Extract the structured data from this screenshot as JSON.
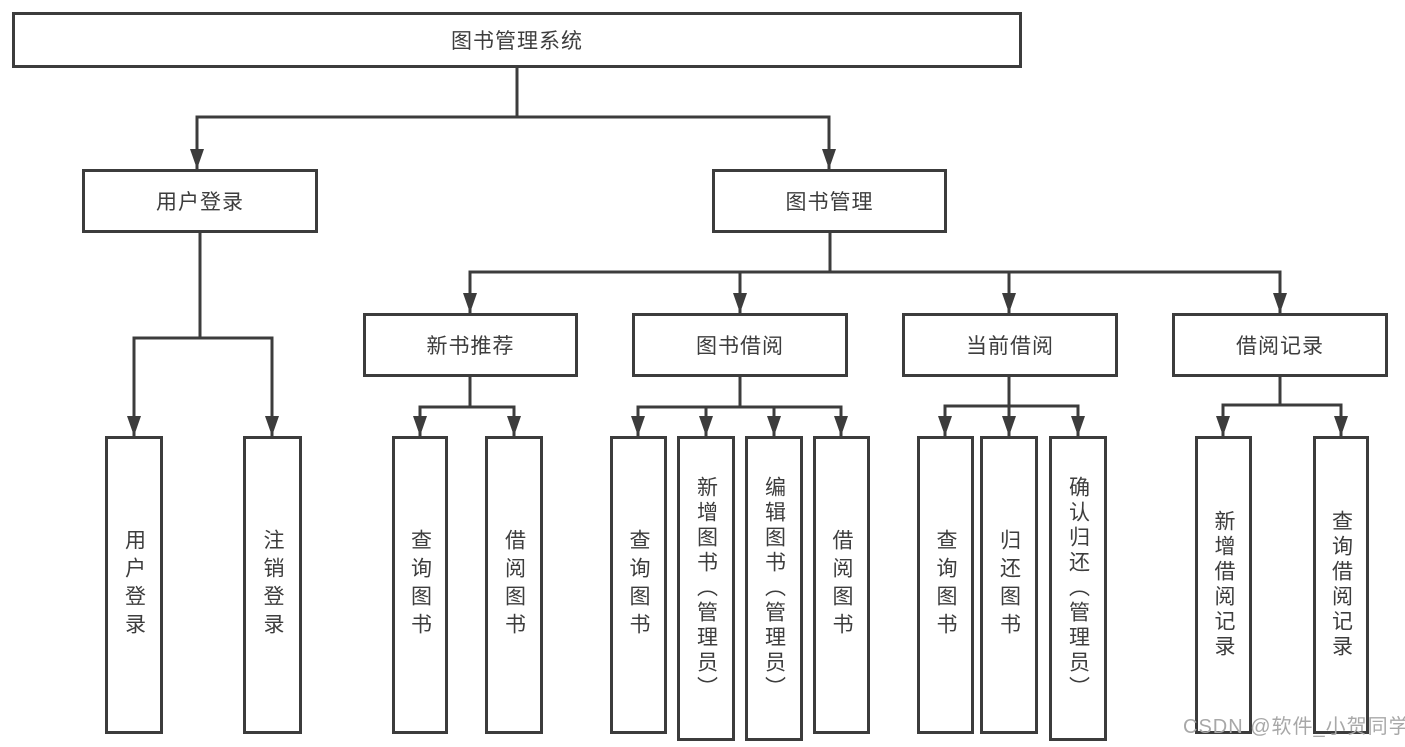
{
  "tree": {
    "root": "图书管理系统",
    "children": [
      {
        "label": "用户登录",
        "children": [
          {
            "label": "用户登录"
          },
          {
            "label": "注销登录"
          }
        ]
      },
      {
        "label": "图书管理",
        "children": [
          {
            "label": "新书推荐",
            "children": [
              {
                "label": "查询图书"
              },
              {
                "label": "借阅图书"
              }
            ]
          },
          {
            "label": "图书借阅",
            "children": [
              {
                "label": "查询图书"
              },
              {
                "label": "新增图书（管理员）"
              },
              {
                "label": "编辑图书（管理员）"
              },
              {
                "label": "借阅图书"
              }
            ]
          },
          {
            "label": "当前借阅",
            "children": [
              {
                "label": "查询图书"
              },
              {
                "label": "归还图书"
              },
              {
                "label": "确认归还（管理员）"
              }
            ]
          },
          {
            "label": "借阅记录",
            "children": [
              {
                "label": "新增借阅记录"
              },
              {
                "label": "查询借阅记录"
              }
            ]
          }
        ]
      }
    ]
  },
  "watermark": {
    "text": "CSDN @软件_小贺同学"
  },
  "colors": {
    "line": "#3c3c3c",
    "text": "#3d3d3d",
    "background": "#ffffff",
    "watermark": "#a8a8a8"
  }
}
